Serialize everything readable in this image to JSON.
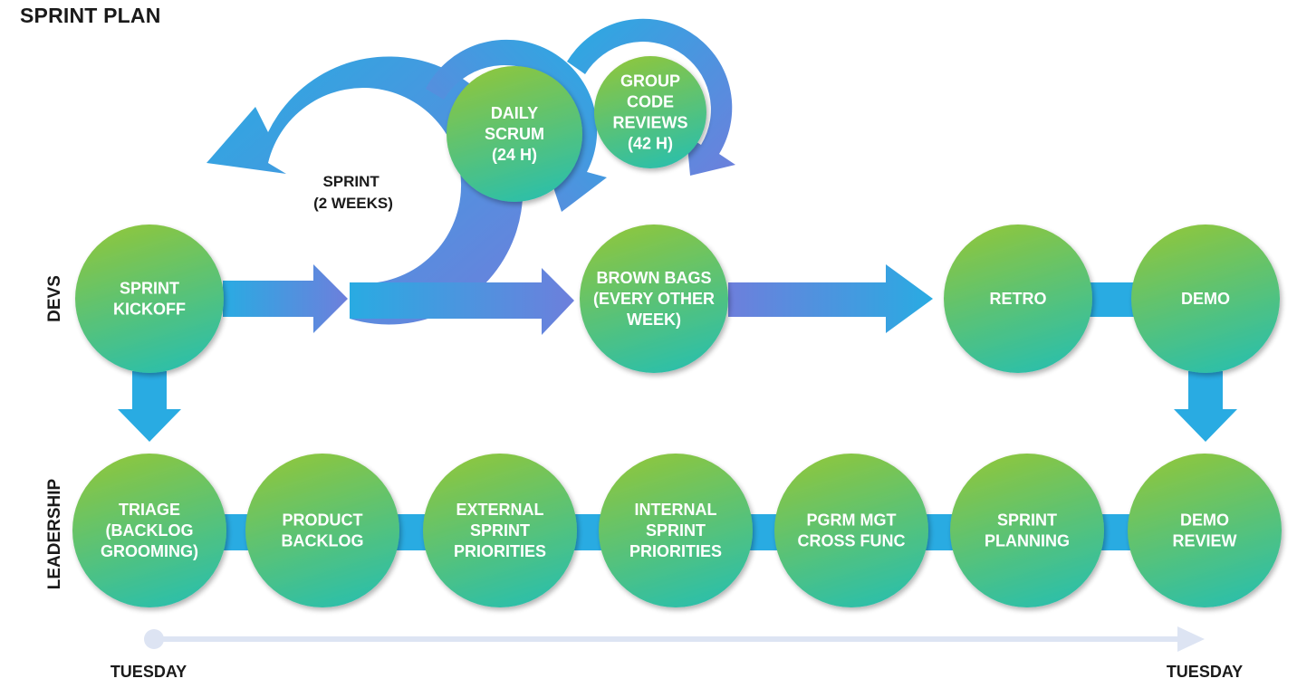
{
  "title": "SPRINT PLAN",
  "lanes": {
    "devs": "DEVS",
    "leadership": "LEADERSHIP"
  },
  "sprint_label": [
    "SPRINT",
    "(2 WEEKS)"
  ],
  "dev_nodes": {
    "sprint_kickoff": [
      "SPRINT",
      "KICKOFF"
    ],
    "brown_bags": [
      "BROWN BAGS",
      "(EVERY OTHER",
      "WEEK)"
    ],
    "retro": [
      "RETRO"
    ],
    "demo": [
      "DEMO"
    ]
  },
  "loop_nodes": {
    "daily_scrum": [
      "DAILY",
      "SCRUM",
      "(24 H)"
    ],
    "group_code_reviews": [
      "GROUP",
      "CODE",
      "REVIEWS",
      "(42 H)"
    ]
  },
  "leadership_nodes": [
    [
      "TRIAGE",
      "(BACKLOG",
      "GROOMING)"
    ],
    [
      "PRODUCT",
      "BACKLOG"
    ],
    [
      "EXTERNAL",
      "SPRINT",
      "PRIORITIES"
    ],
    [
      "INTERNAL",
      "SPRINT",
      "PRIORITIES"
    ],
    [
      "PGRM MGT",
      "CROSS FUNC"
    ],
    [
      "SPRINT",
      "PLANNING"
    ],
    [
      "DEMO",
      "REVIEW"
    ]
  ],
  "timeline": {
    "start": "TUESDAY",
    "end": "TUESDAY"
  },
  "colors": {
    "node_gradient_top": "#8cc63f",
    "node_gradient_bottom": "#2dbfa8",
    "arrow_blue": "#29abe2",
    "arrow_purple": "#6d7fdc",
    "timeline": "#dde4f3"
  }
}
